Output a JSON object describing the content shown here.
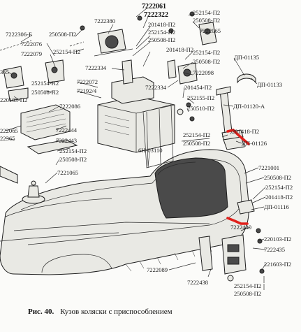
{
  "caption": {
    "number": "Рис. 40.",
    "text": "Кузов коляски с приспособлением"
  },
  "labels": [
    "7222061",
    "7222322",
    "252154-П2",
    "250508-П2",
    "7222380",
    "201418-П2",
    "252154-П2",
    "250508-П2",
    "7222065",
    "7222306-Б",
    "250508-П2",
    "7222076",
    "252154-П2",
    "201418-П2",
    "252154-П2",
    "ДП-01135",
    "7222079",
    "250508-П2",
    "7222098",
    "7222334",
    "365",
    "252154-П2",
    "ДП-01133",
    "250508-П2",
    "7222072",
    "201454-П2",
    "7222334",
    "220103-П2",
    "72192/4",
    "252155-П2",
    "250510-П2",
    "ДП-01120-А",
    "7222086",
    "7222444",
    "201418-П2",
    "2220б5",
    "252154-П2",
    "ДП-01126",
    "22365",
    "7222443",
    "250508-П2",
    "252154-П2",
    "6Н-03110",
    "250508-П2",
    "7221001",
    "7221065",
    "250508-П2",
    "252154-П2",
    "201418-П2",
    "ДП-01116",
    "7222430",
    "220103-П2",
    "7222435",
    "7222089",
    "221603-П2",
    "7222438",
    "252154-П2",
    "250508-П2"
  ],
  "colors": {
    "ink": "#1e1e1e",
    "paper": "#fbfbf9",
    "marker": "#e0201b"
  }
}
